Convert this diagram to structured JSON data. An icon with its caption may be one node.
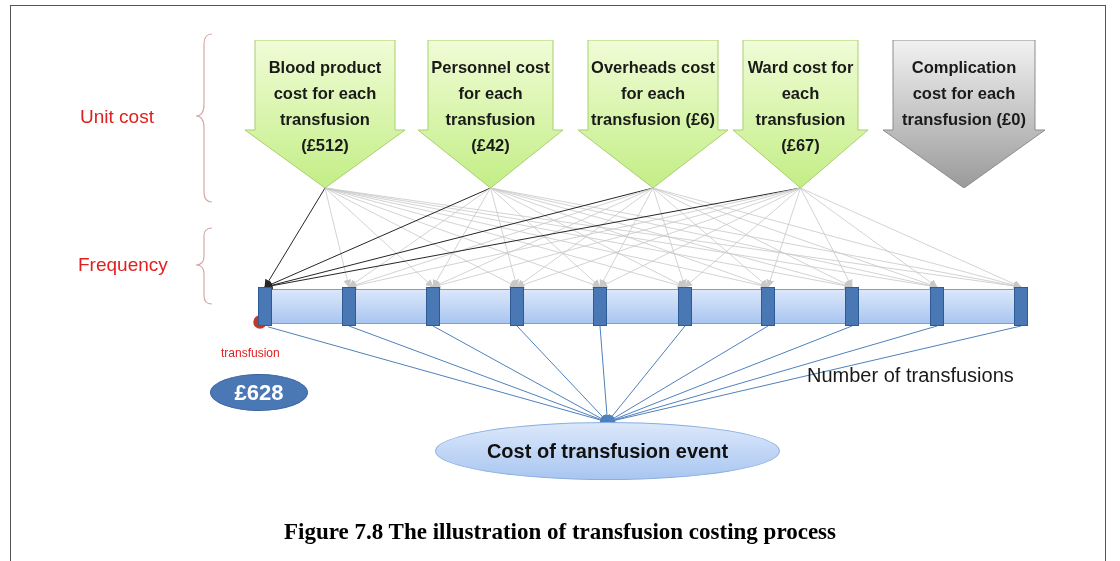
{
  "diagram": {
    "caption": "Figure 7.8 The illustration of transfusion costing process",
    "nodes": [
      {
        "text": [
          "Blood product cost for each transfusion (£512)"
        ]
      },
      {
        "text": [
          "Personnel cost for each transfusion (£42)"
        ]
      },
      {
        "text": [
          "Overheads cost for each transfusion (£6)"
        ]
      },
      {
        "text": [
          "Ward cost for each transfusion (£67)"
        ]
      },
      {
        "text": [
          "Complication cost for each transfusion (£0)"
        ]
      },
      {
        "text": [],
        "shape": "bar"
      },
      {
        "text": [],
        "shape": "bar"
      },
      {
        "text": [],
        "shape": "bar"
      },
      {
        "text": [],
        "shape": "bar"
      },
      {
        "text": [],
        "shape": "bar"
      },
      {
        "text": [],
        "shape": "bar"
      },
      {
        "text": [],
        "shape": "bar"
      },
      {
        "text": [],
        "shape": "bar"
      },
      {
        "text": [],
        "shape": "bar"
      },
      {
        "text": [],
        "shape": "bar"
      },
      {
        "text": [
          "£628"
        ]
      },
      {
        "text": [
          "Cost of transfusion event"
        ]
      }
    ],
    "edges": [
      {
        "from": 0,
        "to": 5,
        "arrow": "to",
        "color": "#262626"
      },
      {
        "from": 0,
        "to": 6,
        "arrow": "to"
      },
      {
        "from": 0,
        "to": 7,
        "arrow": "to"
      },
      {
        "from": 0,
        "to": 8,
        "arrow": "to"
      },
      {
        "from": 0,
        "to": 9,
        "arrow": "to"
      },
      {
        "from": 0,
        "to": 10,
        "arrow": "to"
      },
      {
        "from": 0,
        "to": 11,
        "arrow": "to"
      },
      {
        "from": 0,
        "to": 12,
        "arrow": "to"
      },
      {
        "from": 0,
        "to": 13,
        "arrow": "to"
      },
      {
        "from": 0,
        "to": 14,
        "arrow": "to"
      },
      {
        "from": 1,
        "to": 5,
        "arrow": "to",
        "color": "#262626"
      },
      {
        "from": 1,
        "to": 6,
        "arrow": "to"
      },
      {
        "from": 1,
        "to": 7,
        "arrow": "to"
      },
      {
        "from": 1,
        "to": 8,
        "arrow": "to"
      },
      {
        "from": 1,
        "to": 9,
        "arrow": "to"
      },
      {
        "from": 1,
        "to": 10,
        "arrow": "to"
      },
      {
        "from": 1,
        "to": 11,
        "arrow": "to"
      },
      {
        "from": 1,
        "to": 12,
        "arrow": "to"
      },
      {
        "from": 1,
        "to": 13,
        "arrow": "to"
      },
      {
        "from": 1,
        "to": 14,
        "arrow": "to"
      },
      {
        "from": 2,
        "to": 5,
        "arrow": "to",
        "color": "#262626"
      },
      {
        "from": 2,
        "to": 6,
        "arrow": "to"
      },
      {
        "from": 2,
        "to": 7,
        "arrow": "to"
      },
      {
        "from": 2,
        "to": 8,
        "arrow": "to"
      },
      {
        "from": 2,
        "to": 9,
        "arrow": "to"
      },
      {
        "from": 2,
        "to": 10,
        "arrow": "to"
      },
      {
        "from": 2,
        "to": 11,
        "arrow": "to"
      },
      {
        "from": 2,
        "to": 12,
        "arrow": "to"
      },
      {
        "from": 2,
        "to": 13,
        "arrow": "to"
      },
      {
        "from": 2,
        "to": 14,
        "arrow": "to"
      },
      {
        "from": 3,
        "to": 5,
        "arrow": "to",
        "color": "#262626"
      },
      {
        "from": 3,
        "to": 6,
        "arrow": "to"
      },
      {
        "from": 3,
        "to": 7,
        "arrow": "to"
      },
      {
        "from": 3,
        "to": 8,
        "arrow": "to"
      },
      {
        "from": 3,
        "to": 9,
        "arrow": "to"
      },
      {
        "from": 3,
        "to": 10,
        "arrow": "to"
      },
      {
        "from": 3,
        "to": 11,
        "arrow": "to"
      },
      {
        "from": 3,
        "to": 12,
        "arrow": "to"
      },
      {
        "from": 3,
        "to": 13,
        "arrow": "to"
      },
      {
        "from": 3,
        "to": 14,
        "arrow": "to"
      },
      {
        "from": 5,
        "to": 16,
        "arrow": "to",
        "color": "#4f81bd"
      },
      {
        "from": 6,
        "to": 16,
        "arrow": "to",
        "color": "#4f81bd"
      },
      {
        "from": 7,
        "to": 16,
        "arrow": "to",
        "color": "#4f81bd"
      },
      {
        "from": 8,
        "to": 16,
        "arrow": "to",
        "color": "#4f81bd"
      },
      {
        "from": 9,
        "to": 16,
        "arrow": "to",
        "color": "#4f81bd"
      },
      {
        "from": 10,
        "to": 16,
        "arrow": "to",
        "color": "#4f81bd"
      },
      {
        "from": 11,
        "to": 16,
        "arrow": "to",
        "color": "#4f81bd"
      },
      {
        "from": 12,
        "to": 16,
        "arrow": "to",
        "color": "#4f81bd"
      },
      {
        "from": 13,
        "to": 16,
        "arrow": "to",
        "color": "#4f81bd"
      },
      {
        "from": 14,
        "to": 16,
        "arrow": "to",
        "color": "#4f81bd"
      }
    ],
    "labels": [
      "Unit cost",
      "Frequency",
      "transfusion",
      "Number of transfusions"
    ]
  }
}
